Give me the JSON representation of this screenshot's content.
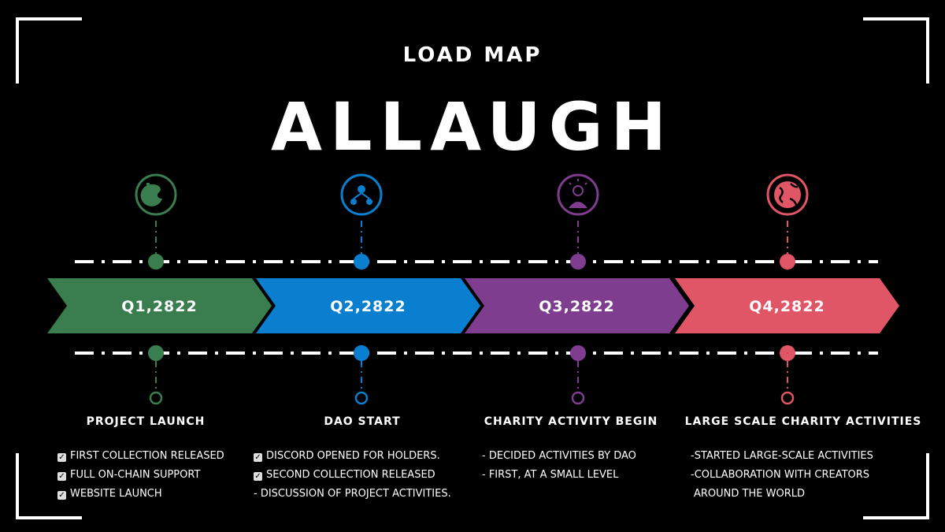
{
  "header": {
    "subtitle": "LOAD MAP",
    "title": "ALLAUGH"
  },
  "colors": {
    "q1": "#3a7d4f",
    "q2": "#0b7fcf",
    "q3": "#7e3d8e",
    "q4": "#e05666"
  },
  "phases": [
    {
      "label": "Q1,2822",
      "title": "PROJECT LAUNCH",
      "icon": "palette-icon",
      "items": [
        "First collection released",
        "Full on-chain support",
        "Website launch"
      ],
      "checked": true
    },
    {
      "label": "Q2,2822",
      "title": "DAO START",
      "icon": "people-network-icon",
      "items": [
        "Discord opened for holders.",
        "Second collection released",
        "- Discussion of project activities."
      ],
      "checked_count": 2
    },
    {
      "label": "Q3,2822",
      "title": "CHARITY ACTIVITY BEGIN",
      "icon": "idea-person-icon",
      "items": [
        "- Decided activities by DAO",
        "- First, at a small level"
      ]
    },
    {
      "label": "Q4,2822",
      "title": "LARGE SCALE CHARITY ACTIVITIES",
      "icon": "globe-icon",
      "items": [
        "-Started large-scale activities",
        "-Collaboration with creators",
        "around the world"
      ]
    }
  ]
}
